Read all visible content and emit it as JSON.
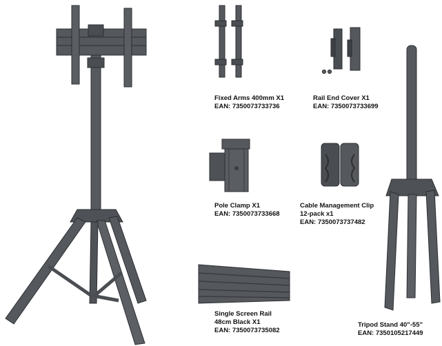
{
  "colors": {
    "metal_dark": "#4a4d52",
    "metal_mid": "#5e6166",
    "metal_light": "#7a7d82",
    "metal_edge": "#2c2e31",
    "background": "#ffffff"
  },
  "products": [
    {
      "id": "full_stand",
      "icon": "tv-tripod-stand-assembled"
    },
    {
      "id": "fixed_arms",
      "icon": "fixed-arms-pair",
      "title": "Fixed Arms 400mm X1",
      "ean": "EAN: 7350073733736"
    },
    {
      "id": "rail_end_cover",
      "icon": "rail-end-cover",
      "title": "Rail End Cover X1",
      "ean": "EAN: 7350073733699"
    },
    {
      "id": "pole_clamp",
      "icon": "pole-clamp",
      "title": "Pole Clamp X1",
      "ean": "EAN: 7350073733668"
    },
    {
      "id": "cable_clip",
      "icon": "cable-management-clip",
      "title": "Cable Management Clip",
      "subtitle": "12-pack x1",
      "ean": "EAN: 7350073737482"
    },
    {
      "id": "screen_rail",
      "icon": "single-screen-rail",
      "title": "Single Screen Rail",
      "subtitle": "48cm Black X1",
      "ean": "EAN: 7350073735082"
    },
    {
      "id": "tripod",
      "icon": "tripod-stand",
      "title": "Tripod Stand 40\"-55\"",
      "ean": "EAN: 7350105217449"
    }
  ]
}
